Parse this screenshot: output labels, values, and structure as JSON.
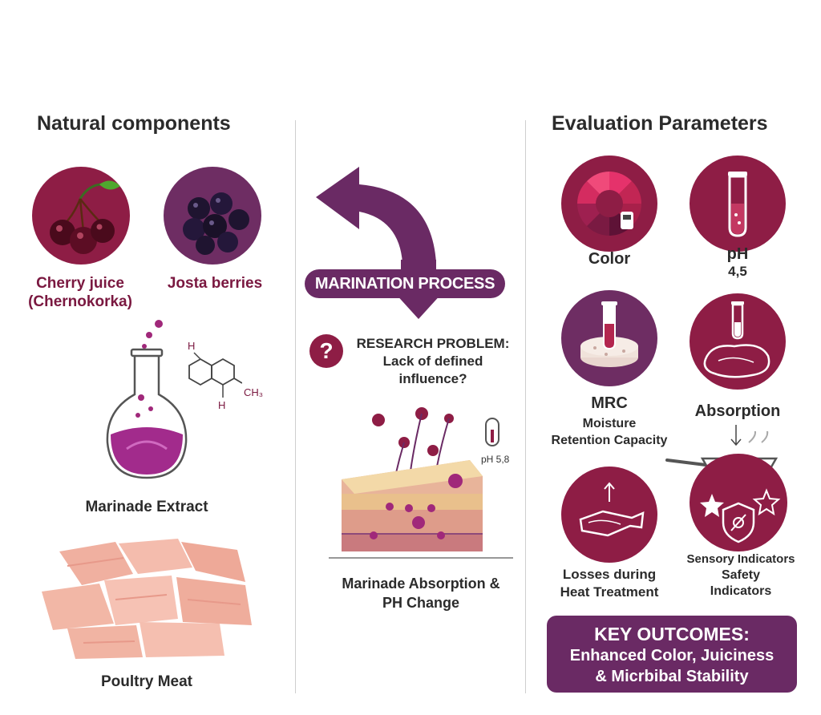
{
  "left": {
    "heading": "Natural components",
    "cherry_label_1": "Cherry juice",
    "cherry_label_2": "(Chernokorka)",
    "josta_label": "Josta berries",
    "extract_label": "Marinade Extract",
    "molecule_h_top": "H",
    "molecule_h_bottom": "H",
    "molecule_ch3": "CH₃",
    "meat_label": "Poultry Meat"
  },
  "middle": {
    "process_label": "MARINATION PROCESS",
    "question_mark": "?",
    "problem_line1": "RESEARCH PROBLEM:",
    "problem_line2": "Lack of defined",
    "problem_line3": "influence?",
    "ph_label": "pH 5,8",
    "absorption_line1": "Marinade Absorption &",
    "absorption_line2": "PH Change"
  },
  "right": {
    "heading": "Evaluation Parameters",
    "color_label": "Color",
    "ph_label": "pH",
    "ph_value": "4,5",
    "mrc_label": "MRC",
    "mrc_sub1": "Moisture",
    "mrc_sub2": "Retention Capacity",
    "absorption_label": "Absorption",
    "losses_line1": "Losses during",
    "losses_line2": "Heat Treatment",
    "sensory_label": "Sensory Indicators",
    "safety_line1": "Safety",
    "safety_line2": "Indicators",
    "outcomes_title": "KEY OUTCOMES:",
    "outcomes_line1": "Enhanced Color, Juiciness",
    "outcomes_line2": "& Micrbibal Stability"
  },
  "colors": {
    "maroon": "#8e1d45",
    "plum": "#6a2a64",
    "meat": "#f2b5a5"
  }
}
